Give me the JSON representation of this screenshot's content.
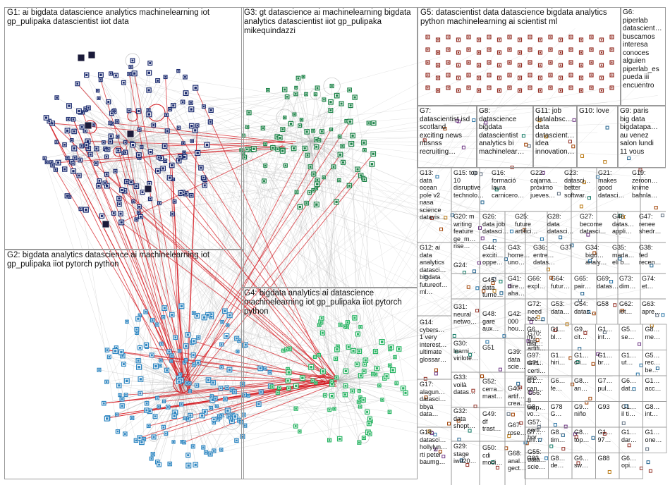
{
  "groups": [
    {
      "id": "G1",
      "text": "G1: ai bigdata datascience analytics machinelearning iot\ngp_pulipaka datascientist iiot data"
    },
    {
      "id": "G2",
      "text": "G2: bigdata analytics datascience ai machinelearning iot\ngp_pulipaka iiot pytorch python"
    },
    {
      "id": "G3",
      "text": "G3: gt datascience ai machinelearning bigdata\nanalytics datascientist iiot gp_pulipaka\nmikequindazzi"
    },
    {
      "id": "G4",
      "text": "G4: bigdata analytics ai datascience\nmachinelearning iot gp_pulipaka iiot pytorch\npython"
    },
    {
      "id": "G5",
      "text": "G5: datascientist data datascience bigdata analytics\npython machinelearning ai scientist ml"
    },
    {
      "id": "G6",
      "text": "G6:\npiperlab\ndatascient…\nbuscamos\ninteresa\nconoces\nalguien\npiperlab_es\npueda iii\nencuentro"
    },
    {
      "id": "G7",
      "text": "G7:\ndatascientist isd\nscotland\nexciting news\nnbsnss\nrecruiting…"
    },
    {
      "id": "G8",
      "text": "G8:\ndatascience\nbigdata\ndatascientist\nanalytics bi\nmachinelear…"
    },
    {
      "id": "G11",
      "text": "G11: job\ndatalabsc…\ndata\ndatascient…\nidea\ninnovation…"
    },
    {
      "id": "G10",
      "text": "G10: love"
    },
    {
      "id": "G9",
      "text": "G9: paris\nbig data\nbigdatapa…\nau venez\nsalon lundi\n11 vous"
    },
    {
      "id": "G13",
      "text": "G13:\ndata\nocean\npole v2\nnasa\nscience\ndatavis…"
    },
    {
      "id": "G15",
      "text": "G15: top\n10\ndisruptive\ntechnolo…"
    },
    {
      "id": "G16",
      "text": "G16:\nformació\nlaura\ncarnicero…"
    },
    {
      "id": "G22",
      "text": "G22:\ncajama…\npróximo\njueves…"
    },
    {
      "id": "G23",
      "text": "G23:\ndatasci…\nbetter\nsoftwar…"
    },
    {
      "id": "G21",
      "text": "G21:\nmakes\ngood\ndatasci…"
    },
    {
      "id": "G19",
      "text": "G19:\nzeroon…\nknime\nbahnla…"
    },
    {
      "id": "G20",
      "text": "G20: m\nwriting\nfeature\nge_m…\nrise…"
    },
    {
      "id": "G26",
      "text": "G26:\ndata job\ndatasci…"
    },
    {
      "id": "G25",
      "text": "G25:\nfuture\nartifici…"
    },
    {
      "id": "G28",
      "text": "G28:\ndata\ndatasci…"
    },
    {
      "id": "G27",
      "text": "G27:\nbecome\ndatasci…"
    },
    {
      "id": "G46",
      "text": "G46:\ndatas…\nappli…"
    },
    {
      "id": "G47",
      "text": "G47:\nrenee\nshedr…"
    },
    {
      "id": "G12",
      "text": "G12: ai\ndata\nanalytics\ndatasci…\nbigdata\nfutureof…\nml…"
    },
    {
      "id": "G44",
      "text": "G44:\nexciti…\noppe…"
    },
    {
      "id": "G43",
      "text": "G43:\nhome…\nuno…"
    },
    {
      "id": "G36",
      "text": "G36:\nentre…\ndatas…"
    },
    {
      "id": "G37",
      "text": "G37"
    },
    {
      "id": "G34",
      "text": "G34:\nbigd…\nanaly…"
    },
    {
      "id": "G35",
      "text": "G35:\nmada…\neli b…"
    },
    {
      "id": "G38",
      "text": "G38:\nfed\nrecen…"
    },
    {
      "id": "G24",
      "text": "G24:"
    },
    {
      "id": "G45",
      "text": "G45:\ndata\nturne…"
    },
    {
      "id": "G41",
      "text": "G41:\ndire…\naha…"
    },
    {
      "id": "G66",
      "text": "G66:\nexpl…"
    },
    {
      "id": "G64",
      "text": "G64:\nfutur…"
    },
    {
      "id": "G65",
      "text": "G65:\npair…"
    },
    {
      "id": "G69",
      "text": "G69:\ndatas…"
    },
    {
      "id": "G73",
      "text": "G73:\ndim…"
    },
    {
      "id": "G74",
      "text": "G74:\net…"
    },
    {
      "id": "G31",
      "text": "G31:\nneural\nnetwo…"
    },
    {
      "id": "G48",
      "text": "G48:\ngare\naux…"
    },
    {
      "id": "G42",
      "text": "G42:\n000\nhou…"
    },
    {
      "id": "G72",
      "text": "G72:\nneed\nbec…"
    },
    {
      "id": "G53",
      "text": "G53:\ndata…"
    },
    {
      "id": "G54",
      "text": "G54:\ndatas…"
    },
    {
      "id": "G58",
      "text": "G58"
    },
    {
      "id": "G62",
      "text": "G62:\niot…"
    },
    {
      "id": "G63",
      "text": "G63:\napre…"
    },
    {
      "id": "G14",
      "text": "G14:\ncybers…\n1 very\ninterest…\nultimate\nglossar…"
    },
    {
      "id": "G30",
      "text": "G30:\nlearni…\nvirilote…"
    },
    {
      "id": "G51",
      "text": "G51"
    },
    {
      "id": "G39",
      "text": "G39:\ndata\nscie…"
    },
    {
      "id": "G70",
      "text": "G70:\nrob…\nartifi…"
    },
    {
      "id": "G71",
      "text": "G71:\ncerti…\ngro…"
    },
    {
      "id": "G56",
      "text": "G56:\n8\ninsp…"
    },
    {
      "id": "G57",
      "text": "G57:\ncerti…\nbor…"
    },
    {
      "id": "G17",
      "text": "G17:\nalagun…\ndatasci…\nbbya\ndata…"
    },
    {
      "id": "G33",
      "text": "G33:\nvoilà\ndatas…"
    },
    {
      "id": "G52",
      "text": "G52:\ncerra…\nmast…"
    },
    {
      "id": "G40",
      "text": "G40:\nartif…\ncrea…"
    },
    {
      "id": "G32",
      "text": "G32:\ndata\nshopt…"
    },
    {
      "id": "G49",
      "text": "G49:\ndf\ntrast…"
    },
    {
      "id": "G67",
      "text": "G67:\nrose…"
    },
    {
      "id": "G18",
      "text": "G18:\ndatasci…\nhollylyn…\nrti peter\nbaumg…"
    },
    {
      "id": "G29",
      "text": "G29:\nstage\niwd20…"
    },
    {
      "id": "G50",
      "text": "G50:\ncdi\nmodi…"
    },
    {
      "id": "G68",
      "text": "G68:\nanal…\ngect…"
    },
    {
      "id": "G55",
      "text": "G55:\ndata…\nscie…"
    }
  ],
  "small_groups": [
    {
      "id": "G6x1",
      "text": "G6…\nmu…\ndist…"
    },
    {
      "id": "G1x1",
      "text": "G1…\nbl…"
    },
    {
      "id": "G9x1",
      "text": "G9…\ncit…"
    },
    {
      "id": "G1x2",
      "text": "G1…\nint…"
    },
    {
      "id": "G5x1",
      "text": "G5…\nse…"
    },
    {
      "id": "G8x1",
      "text": "G8…\nme…"
    },
    {
      "id": "G97",
      "text": "G97:\nune…"
    },
    {
      "id": "G1x3",
      "text": "G1…\nhiri…"
    },
    {
      "id": "G1x4",
      "text": "G1…\ncri…"
    },
    {
      "id": "G1x5",
      "text": "G1…\nbr…"
    },
    {
      "id": "G1x6",
      "text": "G1…\nut…"
    },
    {
      "id": "G5x2",
      "text": "G5…\nrec…\nbe…"
    },
    {
      "id": "G1x7",
      "text": "G1…\ncan…"
    },
    {
      "id": "G6x2",
      "text": "G6…\nfe…"
    },
    {
      "id": "G8x2",
      "text": "G8…\nan…"
    },
    {
      "id": "G7x1",
      "text": "G7…\npul…"
    },
    {
      "id": "G6x3",
      "text": "G6…\ndat…"
    },
    {
      "id": "G1x8",
      "text": "G1…\nacc…"
    },
    {
      "id": "G8x3",
      "text": "G8…\nvo…"
    },
    {
      "id": "G78",
      "text": "G78\nG…"
    },
    {
      "id": "G9x2",
      "text": "G9…\nniño"
    },
    {
      "id": "G93",
      "text": "G93"
    },
    {
      "id": "G1x9",
      "text": "G1…\nil ti…"
    },
    {
      "id": "G8x4",
      "text": "G8…\nint…"
    },
    {
      "id": "G7x2",
      "text": "G7…\nuni…"
    },
    {
      "id": "G8x5",
      "text": "G8…\ntim…"
    },
    {
      "id": "G8x6",
      "text": "G8…\ntop…"
    },
    {
      "id": "G1x10",
      "text": "G1…\n97…"
    },
    {
      "id": "G1x11",
      "text": "G1…\ndar…"
    },
    {
      "id": "G1x12",
      "text": "G1…\none…"
    },
    {
      "id": "G83",
      "text": "G83"
    },
    {
      "id": "G8x7",
      "text": "G8…\nde…"
    },
    {
      "id": "G6x4",
      "text": "G6…\nsw…"
    },
    {
      "id": "G88",
      "text": "G88"
    },
    {
      "id": "G6x5",
      "text": "G6…\nopi…"
    }
  ],
  "colors": {
    "g1": "#1a2a6e",
    "g2": "#2e86c1",
    "g3": "#1e8449",
    "g4": "#28b463",
    "g5": "#922b21",
    "red": "#d4181f",
    "edge": "#b0b0b0",
    "panel": "#9a9a9a"
  }
}
